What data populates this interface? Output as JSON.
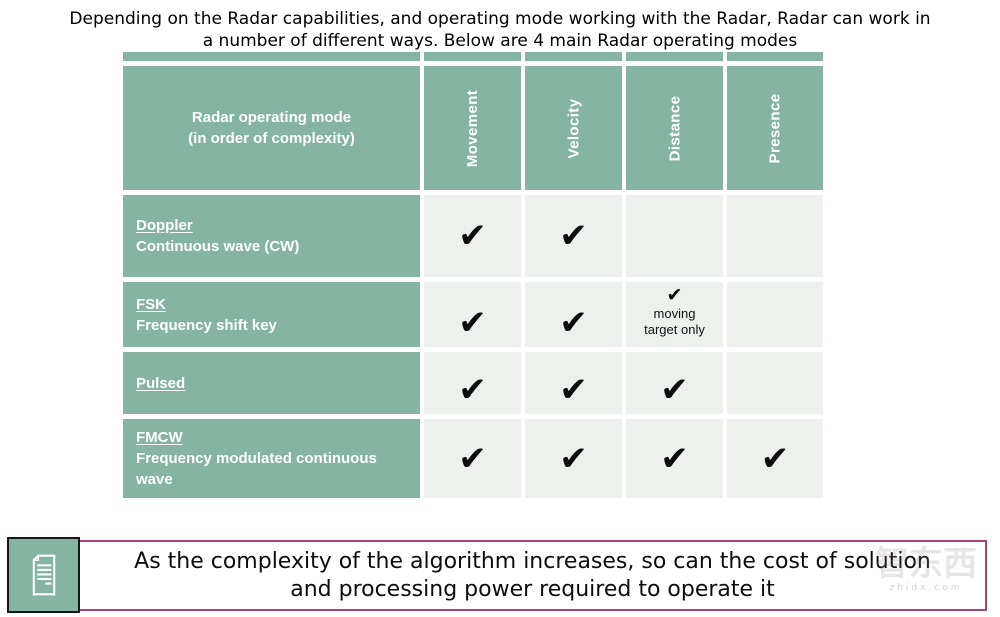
{
  "title": {
    "line1": "Depending on the Radar capabilities, and operating mode working with the Radar, Radar can work in",
    "line2": "a number of different ways. Below are 4 main Radar operating modes"
  },
  "table": {
    "corner": {
      "line1": "Radar operating mode",
      "line2": "(in order of complexity)"
    },
    "columns": [
      "Movement",
      "Velocity",
      "Distance",
      "Presence"
    ],
    "rows": [
      {
        "name": "Doppler",
        "desc": "Continuous wave (CW)",
        "cells": [
          "✔",
          "✔",
          "",
          ""
        ]
      },
      {
        "name": "FSK",
        "desc": "Frequency shift key",
        "cells": [
          "✔",
          "✔",
          "✔",
          ""
        ],
        "note_line1": "moving",
        "note_line2": "target only"
      },
      {
        "name": "Pulsed",
        "desc": "",
        "cells": [
          "✔",
          "✔",
          "✔",
          ""
        ]
      },
      {
        "name": "FMCW",
        "desc": "Frequency modulated continuous wave",
        "cells": [
          "✔",
          "✔",
          "✔",
          "✔"
        ]
      }
    ]
  },
  "footer": {
    "icon": "document-note-icon",
    "line1": "As the complexity of the algorithm increases, so can the cost of solution",
    "line2": "and processing power required to operate it"
  },
  "watermark": {
    "logo": "智东西",
    "domain": "zhidx.com"
  },
  "colors": {
    "table_green": "#85b4a2",
    "cell_light": "#edf1ee",
    "banner_border": "#a14579",
    "check_black": "#0c0c0c"
  }
}
